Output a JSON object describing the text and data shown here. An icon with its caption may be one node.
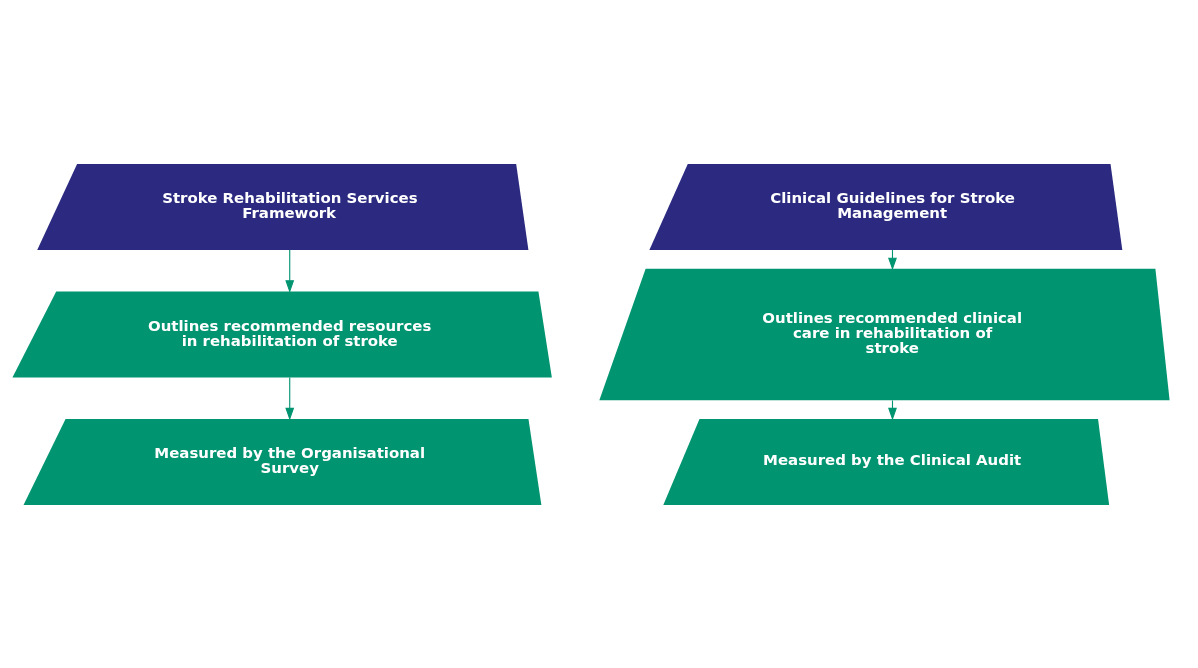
{
  "diagram": {
    "nodes": [
      {
        "text": [
          "Stroke Rehabilitation Services Framework"
        ]
      },
      {
        "text": [
          "Clinical Guidelines for Stroke Management"
        ]
      },
      {
        "text": [
          "Outlines recommended resources in rehabilitation of stroke"
        ]
      },
      {
        "text": [
          "Outlines recommended clinical care in rehabilitation of stroke"
        ]
      },
      {
        "text": [
          "Measured by the Organisational Survey"
        ]
      },
      {
        "text": [
          "Measured by the Clinical Audit"
        ]
      }
    ],
    "edges": [
      {
        "from": 0,
        "to": 2,
        "arrow": "to"
      },
      {
        "from": 2,
        "to": 4,
        "arrow": "to"
      },
      {
        "from": 1,
        "to": 3,
        "arrow": "to"
      },
      {
        "from": 3,
        "to": 5,
        "arrow": "to"
      }
    ]
  }
}
